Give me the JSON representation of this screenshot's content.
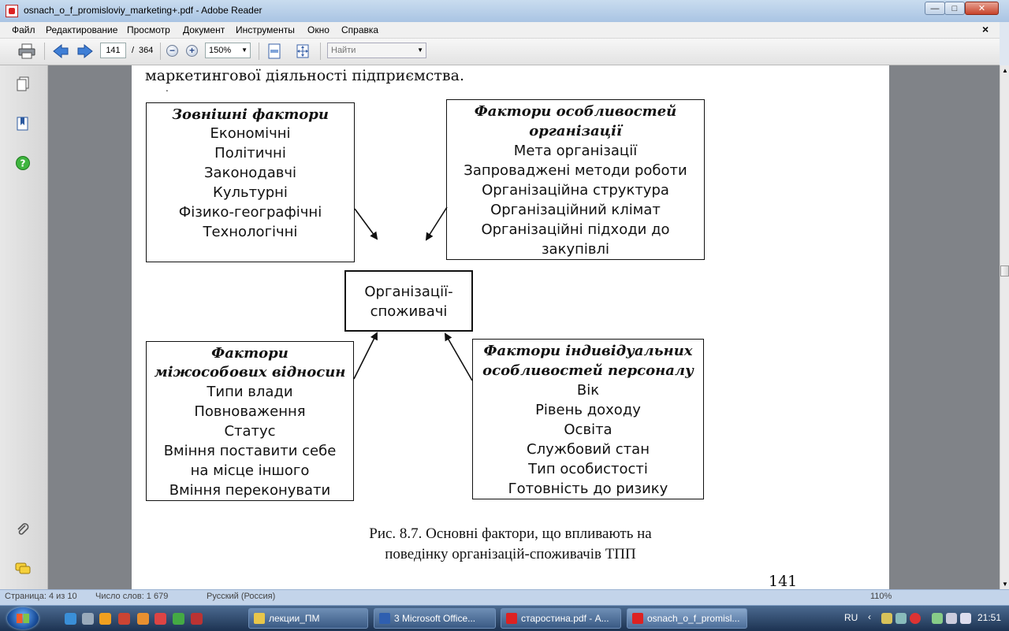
{
  "window": {
    "title": "osnach_o_f_promisloviy_marketing+.pdf - Adobe Reader",
    "min_label": "—",
    "max_label": "□",
    "close_label": "✕"
  },
  "menu": {
    "items": [
      "Файл",
      "Редактирование",
      "Просмотр",
      "Документ",
      "Инструменты",
      "Окно",
      "Справка"
    ],
    "close_doc": "×"
  },
  "toolbar": {
    "page_current": "141",
    "page_sep": "/",
    "page_total": "364",
    "zoom_out": "−",
    "zoom_in": "+",
    "zoom": "150%",
    "find_placeholder": "Найти",
    "chevron": "▼"
  },
  "document": {
    "intro_line": "маркетингової діяльності підприємства.",
    "stray_mark": ".",
    "boxes": {
      "external": {
        "title": [
          "Зовнішні фактори"
        ],
        "items": [
          "Економічні",
          "Політичні",
          "Законодавчі",
          "Культурні",
          "Фізико-географічні",
          "Технологічні"
        ]
      },
      "organization": {
        "title": [
          "Фактори особливостей",
          "організації"
        ],
        "items": [
          "Мета організації",
          "Запроваджені методи роботи",
          "Організаційна структура",
          "Організаційний клімат",
          "Організаційні підходи до",
          "закупівлі"
        ]
      },
      "center": {
        "items": [
          "Організації-",
          "споживачі"
        ]
      },
      "interpersonal": {
        "title": [
          "Фактори",
          "міжособових відносин"
        ],
        "items": [
          "Типи влади",
          "Повноваження",
          "Статус",
          "Вміння поставити себе",
          "на місце іншого",
          "Вміння переконувати"
        ]
      },
      "individual": {
        "title": [
          "Фактори індивідуальних",
          "особливостей персоналу"
        ],
        "items": [
          "Вік",
          "Рівень доходу",
          "Освіта",
          "Службовий стан",
          "Тип особистості",
          "Готовність до ризику"
        ]
      }
    },
    "caption": [
      "Рис. 8.7. Основні фактори, що впливають на",
      "поведінку організацій-споживачів ТПП"
    ],
    "page_number": "141"
  },
  "scrollbar": {
    "up": "▲",
    "down": "▼"
  },
  "word_status": {
    "page": "Страница: 4 из 10",
    "words": "Число слов: 1 679",
    "lang": "Русский (Россия)",
    "zoom": "110%"
  },
  "taskbar": {
    "buttons": [
      {
        "label": "лекции_ПМ",
        "icon_color": "#e8c64a"
      },
      {
        "label": "3 Microsoft Office...",
        "icon_color": "#2f5fb0"
      },
      {
        "label": "старостина.pdf - А...",
        "icon_color": "#d22"
      },
      {
        "label": "osnach_o_f_promisl...",
        "icon_color": "#d22"
      }
    ],
    "lang": "RU",
    "chevron": "‹",
    "clock": "21:51"
  }
}
